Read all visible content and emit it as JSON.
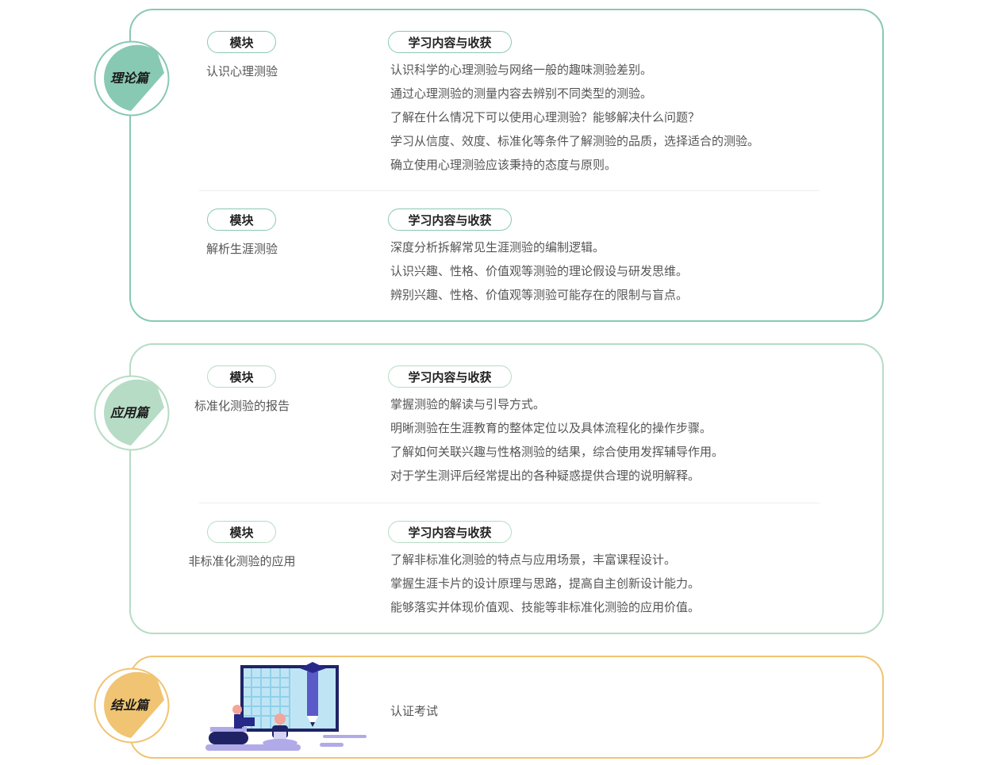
{
  "sections": [
    {
      "title": "理论篇",
      "color": "#88c9b3",
      "modules": [
        {
          "module_label": "模块",
          "content_label": "学习内容与收获",
          "name": "认识心理测验",
          "lines": [
            "认识科学的心理测验与网络一般的趣味测验差别。",
            "通过心理测验的测量内容去辨别不同类型的测验。",
            "了解在什么情况下可以使用心理测验？能够解决什么问题？",
            "学习从信度、效度、标准化等条件了解测验的品质，选择适合的测验。",
            "确立使用心理测验应该秉持的态度与原则。"
          ]
        },
        {
          "module_label": "模块",
          "content_label": "学习内容与收获",
          "name": "解析生涯测验",
          "lines": [
            "深度分析拆解常见生涯测验的编制逻辑。",
            "认识兴趣、性格、价值观等测验的理论假设与研发思维。",
            "辨别兴趣、性格、价值观等测验可能存在的限制与盲点。"
          ]
        }
      ]
    },
    {
      "title": "应用篇",
      "color": "#b6dcc5",
      "modules": [
        {
          "module_label": "模块",
          "content_label": "学习内容与收获",
          "name": "标准化测验的报告",
          "lines": [
            "掌握测验的解读与引导方式。",
            "明晰测验在生涯教育的整体定位以及具体流程化的操作步骤。",
            "了解如何关联兴趣与性格测验的结果，综合使用发挥辅导作用。",
            "对于学生测评后经常提出的各种疑惑提供合理的说明解释。"
          ]
        },
        {
          "module_label": "模块",
          "content_label": "学习内容与收获",
          "name": "非标准化测验的应用",
          "lines": [
            "了解非标准化测验的特点与应用场景，丰富课程设计。",
            "掌握生涯卡片的设计原理与思路，提高自主创新设计能力。",
            "能够落实并体现价值观、技能等非标准化测验的应用价值。"
          ]
        }
      ]
    },
    {
      "title": "结业篇",
      "color": "#f0c472",
      "final_text": "认证考试"
    }
  ]
}
